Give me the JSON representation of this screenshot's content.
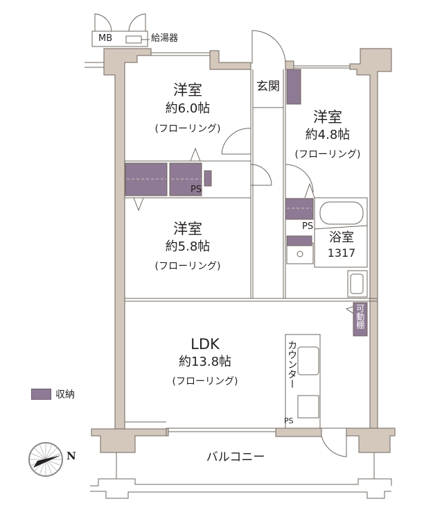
{
  "rooms": {
    "western_room_1": {
      "name": "洋室",
      "size": "約6.0帖",
      "floor": "(フローリング)"
    },
    "western_room_2": {
      "name": "洋室",
      "size": "約4.8帖",
      "floor": "(フローリング)"
    },
    "western_room_3": {
      "name": "洋室",
      "size": "約5.8帖",
      "floor": "(フローリング)"
    },
    "ldk": {
      "name": "LDK",
      "size": "約13.8帖",
      "floor": "(フローリング)"
    },
    "bathroom": {
      "name": "浴室",
      "size": "1317"
    },
    "entrance": {
      "name": "玄関"
    },
    "balcony": {
      "name": "バルコニー"
    }
  },
  "fixtures": {
    "mb": "MB",
    "water_heater": "給湯器",
    "ps_1": "PS",
    "ps_2": "PS",
    "ps_3": "PS",
    "counter": "カウンター",
    "movable_shelf": "可動棚"
  },
  "legend": {
    "storage_label": "収納",
    "storage_color": "#8e7a94"
  },
  "compass": {
    "label": "N"
  },
  "colors": {
    "wall": "#d4c8bd",
    "wall_stroke": "#6d645d",
    "storage": "#8e7a94",
    "line": "#6d645d"
  }
}
